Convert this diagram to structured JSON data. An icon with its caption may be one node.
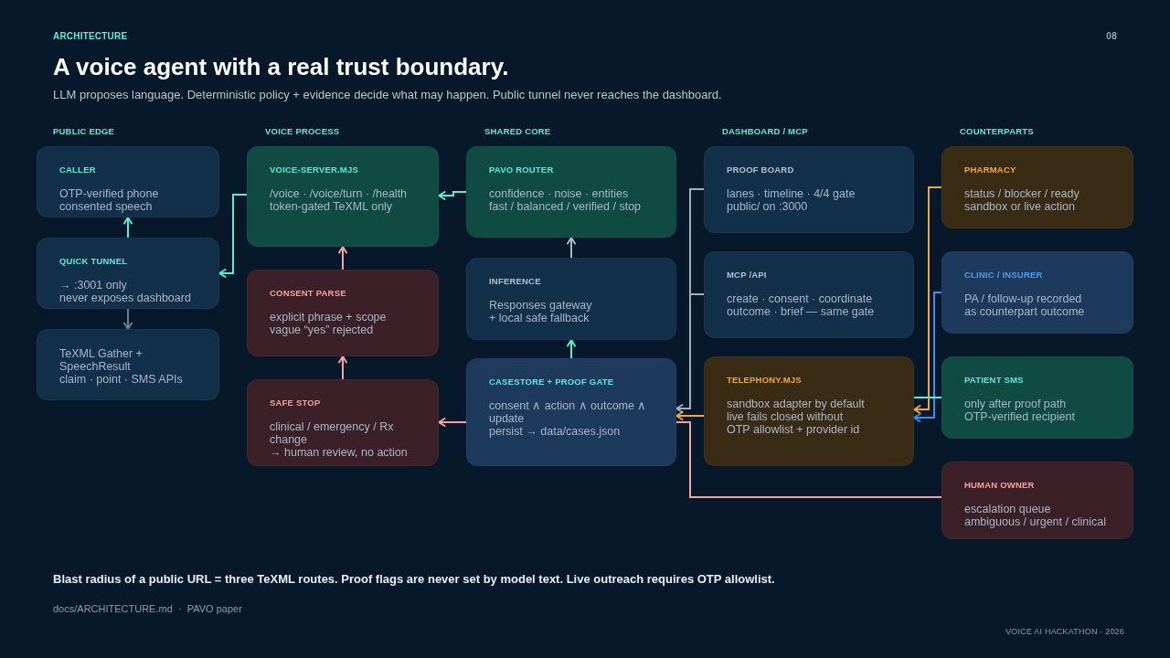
{
  "diagram": {
    "title": "A voice agent with a real trust boundary.",
    "nodes": [
      {
        "text": [
          "CALLER",
          "OTP-verified phone",
          "consented speech"
        ]
      },
      {
        "text": [
          "QUICK TUNNEL",
          "→ :3001 only",
          "never exposes dashboard"
        ]
      },
      {
        "text": [
          "TeXML Gather + SpeechResult",
          "claim · point · SMS APIs"
        ]
      },
      {
        "text": [
          "VOICE-SERVER.MJS",
          "/voice · /voice/turn · /health",
          "token-gated TeXML only"
        ]
      },
      {
        "text": [
          "CONSENT PARSE",
          "explicit phrase + scope",
          "vague “yes” rejected"
        ]
      },
      {
        "text": [
          "SAFE STOP",
          "clinical / emergency / Rx change",
          "→ human review, no action"
        ]
      },
      {
        "text": [
          "PAVO ROUTER",
          "confidence · noise · entities",
          "fast / balanced / verified / stop"
        ]
      },
      {
        "text": [
          "INFERENCE",
          "Responses gateway",
          "+ local safe fallback"
        ]
      },
      {
        "text": [
          "CASESTORE + PROOF GATE",
          "consent ∧ action ∧ outcome ∧ update",
          "persist → data/cases.json"
        ]
      },
      {
        "text": [
          "PROOF BOARD",
          "lanes · timeline · 4/4 gate",
          "public/ on :3000"
        ]
      },
      {
        "text": [
          "MCP /API",
          "create · consent · coordinate",
          "outcome · brief — same gate"
        ]
      },
      {
        "text": [
          "TELEPHONY.MJS",
          "sandbox adapter by default",
          "live fails closed without OTP allowlist + provider id"
        ]
      },
      {
        "text": [
          "PHARMACY",
          "status / blocker / ready",
          "sandbox or live action"
        ]
      },
      {
        "text": [
          "CLINIC / INSURER",
          "PA / follow-up recorded",
          "as counterpart outcome"
        ]
      },
      {
        "text": [
          "PATIENT SMS",
          "only after proof path",
          "OTP-verified recipient"
        ]
      },
      {
        "text": [
          "HUMAN OWNER",
          "escalation queue",
          "ambiguous / urgent / clinical"
        ]
      }
    ],
    "edges": [
      {
        "from": 1,
        "to": 0,
        "arrow": "to"
      },
      {
        "from": 1,
        "to": 2,
        "arrow": "to",
        "color": "#6d7f93"
      },
      {
        "from": 3,
        "to": 1,
        "arrow": "to"
      },
      {
        "from": 6,
        "to": 3,
        "arrow": "to"
      },
      {
        "from": 4,
        "to": 3,
        "arrow": "to",
        "color": "#f4a3a3"
      },
      {
        "from": 5,
        "to": 4,
        "arrow": "to",
        "color": "#f4a3a3"
      },
      {
        "from": 8,
        "to": 5,
        "arrow": "to",
        "color": "#f4a3a3"
      },
      {
        "from": 7,
        "to": 6,
        "arrow": "to",
        "color": "#a9b8c8"
      },
      {
        "from": 8,
        "to": 7,
        "arrow": "to"
      },
      {
        "from": 9,
        "to": 8,
        "arrow": "to",
        "color": "#9fb0c2"
      },
      {
        "from": 10,
        "to": 8,
        "arrow": "to",
        "color": "#9fb0c2"
      },
      {
        "from": 11,
        "to": 8,
        "arrow": "to",
        "color": "#f5a83a"
      },
      {
        "from": 12,
        "to": 11,
        "arrow": "to",
        "color": "#f5a83a"
      },
      {
        "from": 13,
        "to": 11,
        "arrow": "to",
        "color": "#3b8df0"
      },
      {
        "from": 14,
        "to": 11,
        "arrow": "none"
      },
      {
        "from": 8,
        "to": 15,
        "arrow": "none",
        "color": "#f4a3a3"
      }
    ],
    "labels": [
      "ARCHITECTURE",
      "08",
      "LLM proposes language. Deterministic policy + evidence decide what may happen. Public tunnel never reaches the dashboard.",
      "PUBLIC EDGE",
      "VOICE PROCESS",
      "SHARED CORE",
      "DASHBOARD / MCP",
      "COUNTERPARTS",
      "Blast radius of a public URL = three TeXML routes. Proof flags are never set by model text. Live outreach requires OTP allowlist.",
      "docs/ARCHITECTURE.md  ·  PAVO paper",
      "VOICE AI HACKATHON · 2026"
    ]
  }
}
